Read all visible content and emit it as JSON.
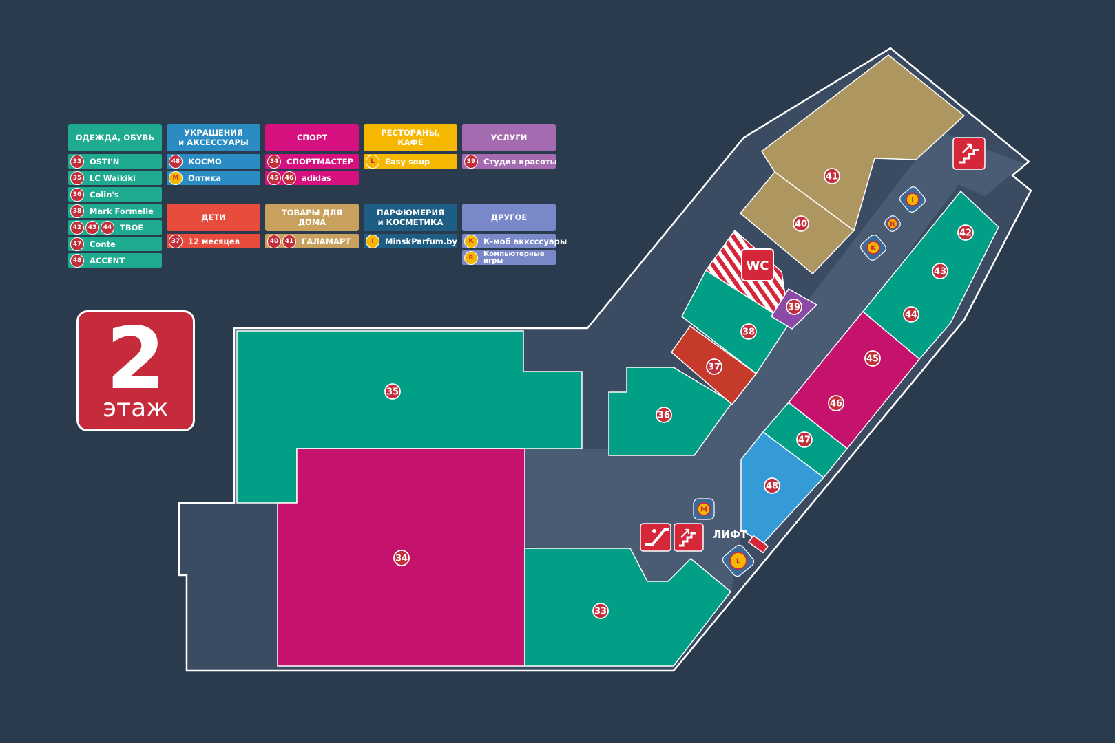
{
  "floor": {
    "number": "2",
    "label": "этаж"
  },
  "legend": {
    "categories": [
      {
        "id": "clothing",
        "title": "ОДЕЖДА, ОБУВЬ",
        "color": "#1fab8f",
        "items": [
          {
            "badges": [
              "33"
            ],
            "label": "OSTI'N"
          },
          {
            "badges": [
              "35"
            ],
            "label": "LC Waikiki"
          },
          {
            "badges": [
              "36"
            ],
            "label": "Colin's"
          },
          {
            "badges": [
              "38"
            ],
            "label": "Mark Formelle"
          },
          {
            "badges": [
              "42",
              "43",
              "44"
            ],
            "label": "TBOE"
          },
          {
            "badges": [
              "47"
            ],
            "label": "Conte"
          },
          {
            "badges": [
              "48"
            ],
            "label": "ACCENT"
          }
        ]
      },
      {
        "id": "jewelry",
        "title": "УКРАШЕНИЯ\nи АКСЕССУАРЫ",
        "color": "#2b8cc4",
        "items": [
          {
            "badges": [
              "48"
            ],
            "label": "КОСМО"
          },
          {
            "badges": [
              "M"
            ],
            "yellow": true,
            "label": "Оптика"
          }
        ]
      },
      {
        "id": "sport",
        "title": "СПОРТ",
        "color": "#d6107f",
        "items": [
          {
            "badges": [
              "34"
            ],
            "label": "СПОРТМАСТЕР"
          },
          {
            "badges": [
              "45",
              "46"
            ],
            "label": "adidas"
          }
        ]
      },
      {
        "id": "food",
        "title": "РЕСТОРАНЫ,\nКАФЕ",
        "color": "#f5b700",
        "items": [
          {
            "badges": [
              "L"
            ],
            "yellow": true,
            "label": "Easy soup"
          }
        ]
      },
      {
        "id": "services",
        "title": "УСЛУГИ",
        "color": "#a46bb0",
        "items": [
          {
            "badges": [
              "39"
            ],
            "label": "Студия красоты"
          }
        ]
      },
      {
        "id": "kids",
        "title": "ДЕТИ",
        "color": "#e84c3d",
        "items": [
          {
            "badges": [
              "37"
            ],
            "label": "12 месяцев"
          }
        ]
      },
      {
        "id": "home",
        "title": "ТОВАРЫ ДЛЯ ДОМА",
        "color": "#c9a15e",
        "items": [
          {
            "badges": [
              "40",
              "41"
            ],
            "label": "ГАЛАМАРТ"
          }
        ]
      },
      {
        "id": "perfume",
        "title": "ПАРФЮМЕРИЯ\nи КОСМЕТИКА",
        "color": "#1f5e84",
        "items": [
          {
            "badges": [
              "I"
            ],
            "yellow": true,
            "label": "MinskParfum.by"
          }
        ]
      },
      {
        "id": "other",
        "title": "ДРУГОЕ",
        "color": "#7888c8",
        "items": [
          {
            "badges": [
              "K"
            ],
            "yellow": true,
            "label": "К-моб акксссуары"
          },
          {
            "badges": [
              "R"
            ],
            "yellow": true,
            "label": "Компьютерные игры"
          }
        ]
      }
    ]
  },
  "map": {
    "colors": {
      "background": "#2b3b4e",
      "corridor": "#4a5c74",
      "teal": "#029f87",
      "magenta": "#c5126c",
      "khaki": "#ae9660",
      "blue": "#359bd7",
      "red": "#c53a2b",
      "purple": "#8b4aa8",
      "badge_red": "#c22f3a",
      "badge_yellow": "#f5b700"
    },
    "store_numbers": [
      "33",
      "34",
      "35",
      "36",
      "37",
      "38",
      "39",
      "40",
      "41",
      "42",
      "43",
      "44",
      "45",
      "46",
      "47",
      "48"
    ],
    "wc_label": "WC",
    "elevator_label": "ЛИФТ",
    "service_icons": [
      "I",
      "R",
      "K",
      "M",
      "L"
    ]
  }
}
